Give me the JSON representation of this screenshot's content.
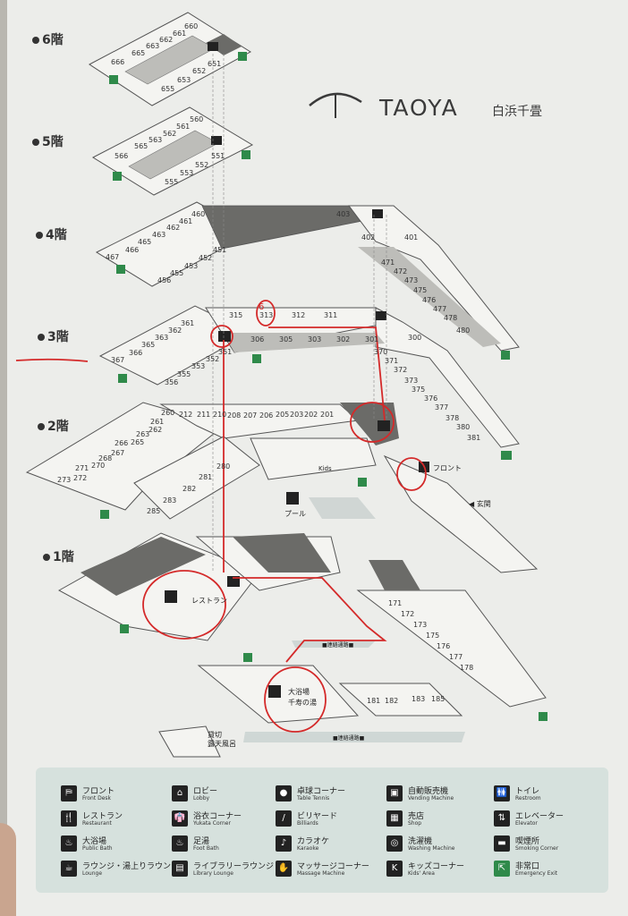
{
  "brand": {
    "name": "TAOYA",
    "subtitle": "白浜千畳"
  },
  "floors": {
    "f6": "6階",
    "f5": "5階",
    "f4": "4階",
    "f3": "3階",
    "f2": "2階",
    "f1": "1階"
  },
  "rooms": {
    "f6": [
      "660",
      "661",
      "662",
      "663",
      "665",
      "666",
      "651",
      "652",
      "653",
      "655"
    ],
    "f5": [
      "560",
      "561",
      "562",
      "563",
      "565",
      "566",
      "551",
      "552",
      "553",
      "555"
    ],
    "f4": [
      "460",
      "461",
      "462",
      "463",
      "465",
      "466",
      "467",
      "451",
      "452",
      "453",
      "455",
      "456",
      "403",
      "402",
      "401",
      "471",
      "472",
      "473",
      "475",
      "476",
      "477",
      "478",
      "480"
    ],
    "f3": [
      "315",
      "313",
      "312",
      "311",
      "361",
      "362",
      "363",
      "365",
      "366",
      "367",
      "351",
      "352",
      "353",
      "355",
      "356",
      "306",
      "305",
      "303",
      "302",
      "301",
      "300",
      "370",
      "371",
      "372",
      "373",
      "375",
      "376",
      "377",
      "378",
      "380",
      "381"
    ],
    "f2": [
      "260",
      "212",
      "211",
      "210",
      "208",
      "207",
      "206",
      "205",
      "203",
      "202",
      "201",
      "261",
      "262",
      "263",
      "265",
      "266",
      "267",
      "268",
      "270",
      "271",
      "272",
      "273",
      "281",
      "280",
      "282",
      "283",
      "285"
    ],
    "f1": [
      "171",
      "172",
      "173",
      "175",
      "176",
      "177",
      "178",
      "181",
      "182",
      "183",
      "185"
    ]
  },
  "map_labels": {
    "front": "フロント",
    "entrance": "◀ 玄関",
    "pool": "プール",
    "restaurant": "レストラン",
    "bath_line1": "大浴場",
    "bath_line2": "千寿の湯",
    "private_line1": "貸切",
    "private_line2": "露天風呂",
    "corridor": "■連絡通路■",
    "kids": "Kids"
  },
  "annotations": {
    "circled_room": "6"
  },
  "legend": [
    {
      "jp": "フロント",
      "en": "Front Desk",
      "icon": "front-desk-icon",
      "glyph": "⛿"
    },
    {
      "jp": "レストラン",
      "en": "Restaurant",
      "icon": "restaurant-icon",
      "glyph": "🍴"
    },
    {
      "jp": "大浴場",
      "en": "Public Bath",
      "icon": "bath-icon",
      "glyph": "♨"
    },
    {
      "jp": "ラウンジ・湯上りラウンジ",
      "en": "Lounge",
      "icon": "lounge-icon",
      "glyph": "☕"
    },
    {
      "jp": "ロビー",
      "en": "Lobby",
      "icon": "lobby-icon",
      "glyph": "⌂"
    },
    {
      "jp": "浴衣コーナー",
      "en": "Yukata Corner",
      "icon": "yukata-icon",
      "glyph": "👘"
    },
    {
      "jp": "足湯",
      "en": "Foot Bath",
      "icon": "foot-bath-icon",
      "glyph": "♨"
    },
    {
      "jp": "ライブラリーラウンジ",
      "en": "Library Lounge",
      "icon": "library-icon",
      "glyph": "▤"
    },
    {
      "jp": "卓球コーナー",
      "en": "Table Tennis",
      "icon": "table-tennis-icon",
      "glyph": "●"
    },
    {
      "jp": "ビリヤード",
      "en": "Billiards",
      "icon": "billiards-icon",
      "glyph": "/"
    },
    {
      "jp": "カラオケ",
      "en": "Karaoke",
      "icon": "karaoke-icon",
      "glyph": "♪"
    },
    {
      "jp": "マッサージコーナー",
      "en": "Massage Machine",
      "icon": "massage-icon",
      "glyph": "✋"
    },
    {
      "jp": "自動販売機",
      "en": "Vending Machine",
      "icon": "vending-icon",
      "glyph": "▣"
    },
    {
      "jp": "売店",
      "en": "Shop",
      "icon": "shop-icon",
      "glyph": "▦"
    },
    {
      "jp": "洗濯機",
      "en": "Washing Machine",
      "icon": "washing-icon",
      "glyph": "◎"
    },
    {
      "jp": "キッズコーナー",
      "en": "Kids' Area",
      "icon": "kids-icon",
      "glyph": "K"
    },
    {
      "jp": "トイレ",
      "en": "Restroom",
      "icon": "restroom-icon",
      "glyph": "🚻"
    },
    {
      "jp": "エレベーター",
      "en": "Elevator",
      "icon": "elevator-icon",
      "glyph": "⇅"
    },
    {
      "jp": "喫煙所",
      "en": "Smoking Corner",
      "icon": "smoking-icon",
      "glyph": "▬"
    },
    {
      "jp": "非常口",
      "en": "Emergency Exit",
      "icon": "exit-icon",
      "glyph": "⇱"
    }
  ],
  "colors": {
    "annotation_red": "#d42a2a",
    "room_fill": "#f4f4f1",
    "corridor_fill": "#bdbdb9",
    "dark_fill": "#6b6b68",
    "exit_green": "#2f8a4a",
    "legend_bg": "#d6e1dd"
  }
}
